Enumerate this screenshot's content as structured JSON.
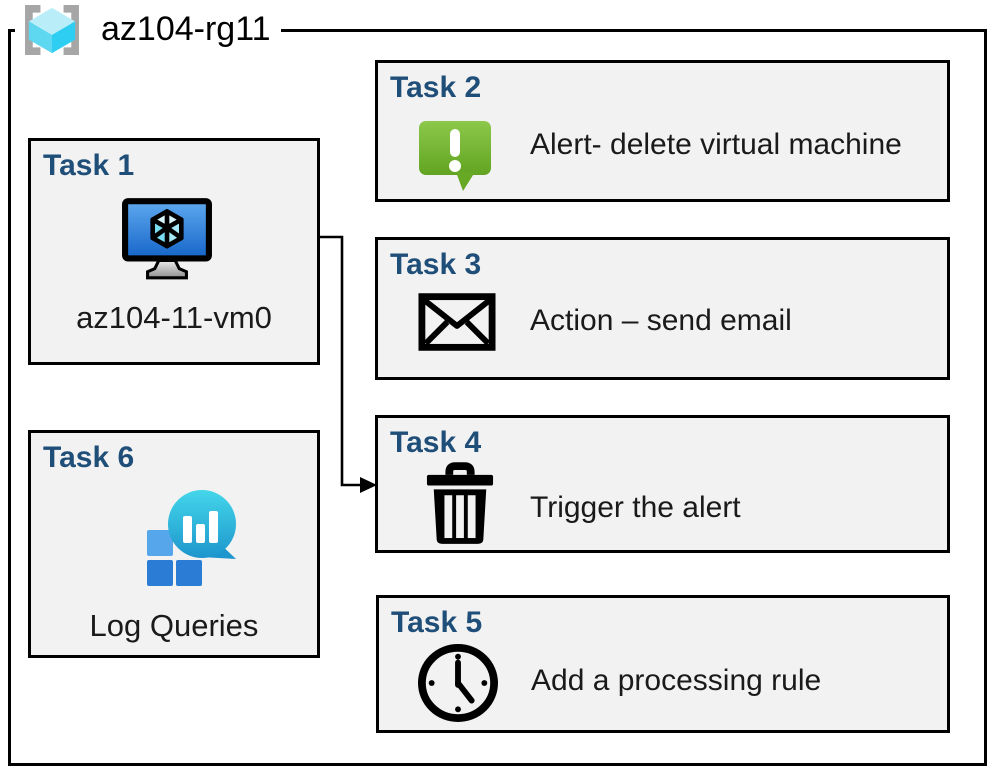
{
  "resource_group": {
    "label": "az104-rg11",
    "icon": "resource-group-icon"
  },
  "tasks": [
    {
      "title": "Task 1",
      "caption": "az104-11-vm0",
      "icon": "virtual-machine-icon"
    },
    {
      "title": "Task 2",
      "caption": "Alert- delete virtual machine",
      "icon": "alert-message-icon"
    },
    {
      "title": "Task 3",
      "caption": "Action – send email",
      "icon": "email-envelope-icon"
    },
    {
      "title": "Task 4",
      "caption": "Trigger the alert",
      "icon": "trash-icon"
    },
    {
      "title": "Task 5",
      "caption": "Add a processing rule",
      "icon": "clock-icon"
    },
    {
      "title": "Task 6",
      "caption": "Log Queries",
      "icon": "log-analytics-icon"
    }
  ],
  "connector": {
    "from": "task1-virtual-machine",
    "to": "task4"
  },
  "colors": {
    "task_title_blue": "#1F4E79",
    "box_fill": "#F2F2F2",
    "box_border": "#000000",
    "alert_green_top": "#8CC84B",
    "alert_green_bottom": "#62A421",
    "vm_screen_blue_top": "#5FA9F0",
    "vm_screen_blue_bottom": "#1565C8",
    "log_bubble_teal_top": "#44D6EA",
    "log_bubble_teal_bottom": "#1D96CD",
    "log_square_light": "#55A6EA",
    "log_square_dark": "#2A7CD4",
    "rg_cube_top": "#B9EDF8",
    "rg_cube_left": "#5ED7F0",
    "rg_cube_right": "#2ECDF2",
    "bracket_gray": "#A6A6A6"
  }
}
